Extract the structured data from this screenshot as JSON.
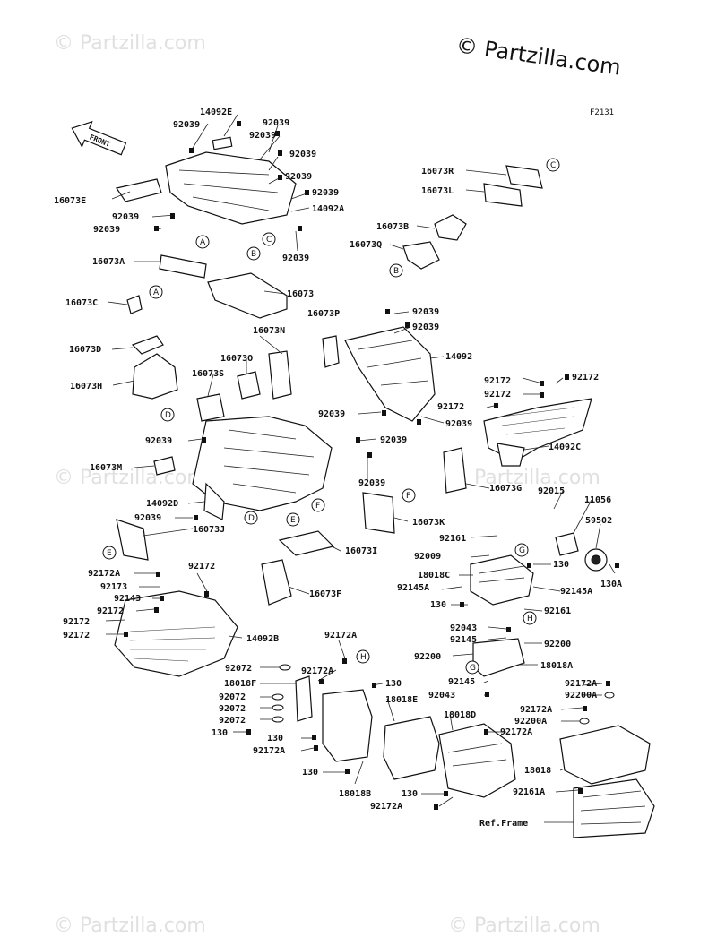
{
  "brand": {
    "copyright": "© Partzilla.com"
  },
  "watermark": "© Partzilla.com",
  "figure_id": "F2131",
  "direction_label": "FRONT",
  "reference_label": "Ref.Frame",
  "part_labels": {
    "p01": "14092E",
    "p02": "92039",
    "p03": "92039",
    "p04": "92039",
    "p05": "92039",
    "p06": "92039",
    "p07": "92039",
    "p08": "16073E",
    "p09": "92039",
    "p10": "92039",
    "p11": "14092A",
    "p12": "92039",
    "p13": "16073A",
    "p14": "16073",
    "p15": "16073C",
    "p16": "16073R",
    "p17": "16073L",
    "p18": "16073B",
    "p19": "16073Q",
    "p20": "16073P",
    "p21": "92039",
    "p22": "92039",
    "p23": "14092",
    "p24": "92039",
    "p25": "92039",
    "p26": "16073D",
    "p27": "16073N",
    "p28": "16073O",
    "p29": "16073S",
    "p30": "16073H",
    "p31": "92039",
    "p32": "92039",
    "p33": "16073M",
    "p34": "92039",
    "p35": "14092D",
    "p36": "92039",
    "p37": "16073J",
    "p38": "16073I",
    "p39": "16073K",
    "p40": "92172",
    "p41": "92172",
    "p42": "92172",
    "p43": "92172",
    "p44": "14092C",
    "p45": "16073G",
    "p46": "92015",
    "p47": "11056",
    "p48": "59502",
    "p49": "92161",
    "p50": "92009",
    "p51": "130",
    "p52": "18018C",
    "p53": "92145A",
    "p54": "92145A",
    "p55": "130A",
    "p56": "130",
    "p57": "92161",
    "p58": "92172A",
    "p59": "92172",
    "p60": "92173",
    "p61": "92143",
    "p62": "16073F",
    "p63": "92172",
    "p64": "92172",
    "p65": "92172",
    "p66": "14092B",
    "p67": "92172A",
    "p68": "92043",
    "p69": "92145",
    "p70": "92200",
    "p71": "92200",
    "p72": "18018A",
    "p73": "92072",
    "p74": "92172A",
    "p75": "18018F",
    "p76": "92072",
    "p77": "92072",
    "p78": "92072",
    "p79": "130",
    "p80": "92145",
    "p81": "92043",
    "p82": "92172A",
    "p83": "92200A",
    "p84": "92172A",
    "p85": "92200A",
    "p86": "92172A",
    "p87": "130",
    "p88": "18018E",
    "p89": "18018D",
    "p90": "130",
    "p91": "92172A",
    "p92": "130",
    "p93": "18018",
    "p94": "18018B",
    "p95": "130",
    "p96": "92161A",
    "p97": "92172A"
  },
  "callouts": [
    "A",
    "B",
    "C",
    "D",
    "E",
    "F",
    "G",
    "H"
  ]
}
